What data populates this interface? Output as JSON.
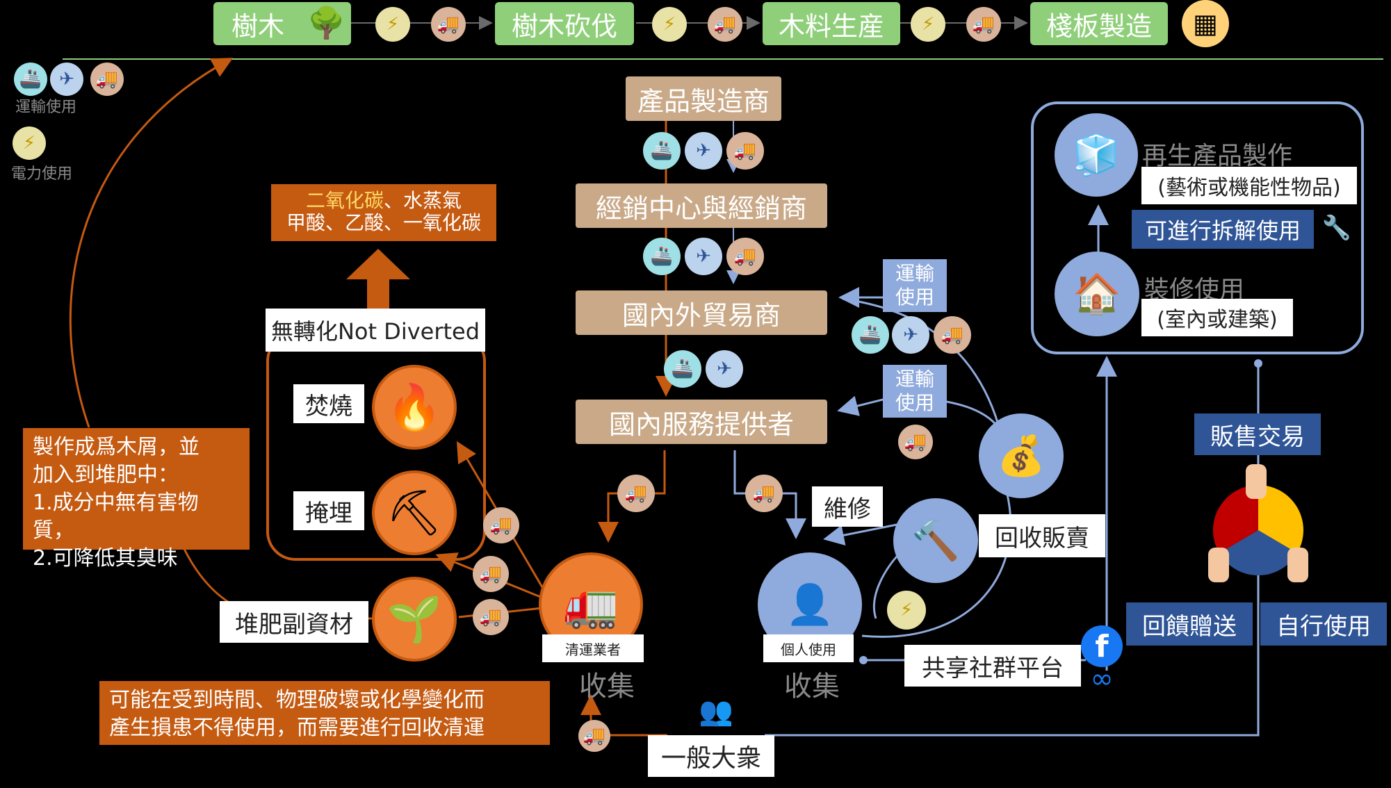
{
  "supply_chain": {
    "steps": [
      "樹木",
      "樹木砍伐",
      "木料生産",
      "棧板製造"
    ]
  },
  "legend": {
    "transport_label": "運輸使用",
    "power_label": "電力使用"
  },
  "distribution": {
    "manufacturer": "產品製造商",
    "distributor": "經銷中心與經銷商",
    "trader": "國內外貿易商",
    "service_provider": "國內服務提供者"
  },
  "emissions": {
    "line1_highlight": "二氧化碳",
    "line1_rest": "、水蒸氣",
    "line2": "甲酸、乙酸、一氧化碳",
    "highlight_color": "#ffd966"
  },
  "not_diverted": {
    "title": "無轉化Not Diverted",
    "incineration": "焚燒",
    "landfill": "掩埋"
  },
  "compost_note": {
    "lines": [
      "製作成爲木屑，並",
      "加入到堆肥中：",
      "1.成分中無有害物質，",
      "2.可降低其臭味"
    ]
  },
  "compost_material": "堆肥副資材",
  "damage_note": {
    "lines": [
      "可能在受到時間、物理破壞或化學變化而",
      "產生損患不得使用，而需要進行回收清運"
    ]
  },
  "collector": {
    "badge": "清運業者",
    "label": "收集"
  },
  "individual": {
    "badge": "個人使用",
    "label": "收集"
  },
  "public": "一般大衆",
  "transport_use": "運輸\n使用",
  "repair": "維修",
  "resale": "回收販賣",
  "social_platform": "共享社群平台",
  "reuse": {
    "recycled_title": "再生產品製作",
    "recycled_sub": "(藝術或機能性物品)",
    "disassemble": "可進行拆解使用",
    "renovation_title": "裝修使用",
    "renovation_sub": "(室內或建築)"
  },
  "trade": {
    "sale": "販售交易",
    "donate": "回饋贈送",
    "self_use": "自行使用"
  },
  "colors": {
    "orange": "#c55a11",
    "flow_blue": "#8faadc",
    "tan": "#c9a987",
    "green": "#8fcf7a",
    "navy": "#2f5597"
  }
}
